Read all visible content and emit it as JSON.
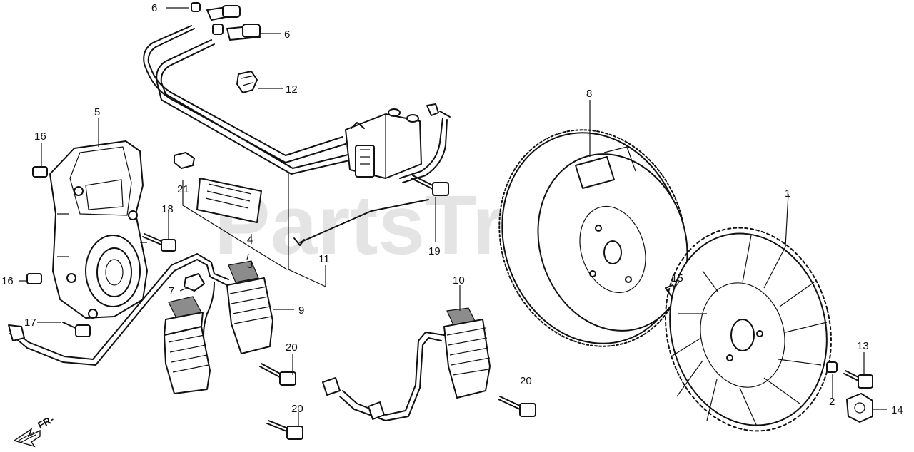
{
  "watermark": {
    "text": "PartsTree",
    "mark": "™"
  },
  "orientation": {
    "label": "FR-"
  },
  "callouts": {
    "c1": "1",
    "c2": "2",
    "c3": "3",
    "c4": "4",
    "c5": "5",
    "c6a": "6",
    "c6b": "6",
    "c7": "7",
    "c8": "8",
    "c9": "9",
    "c10": "10",
    "c11": "11",
    "c12": "12",
    "c13": "13",
    "c14": "14",
    "c15": "15",
    "c16a": "16",
    "c16b": "16",
    "c17": "17",
    "c18": "18",
    "c19": "19",
    "c20a": "20",
    "c20b": "20",
    "c20c": "20",
    "c21": "21"
  }
}
